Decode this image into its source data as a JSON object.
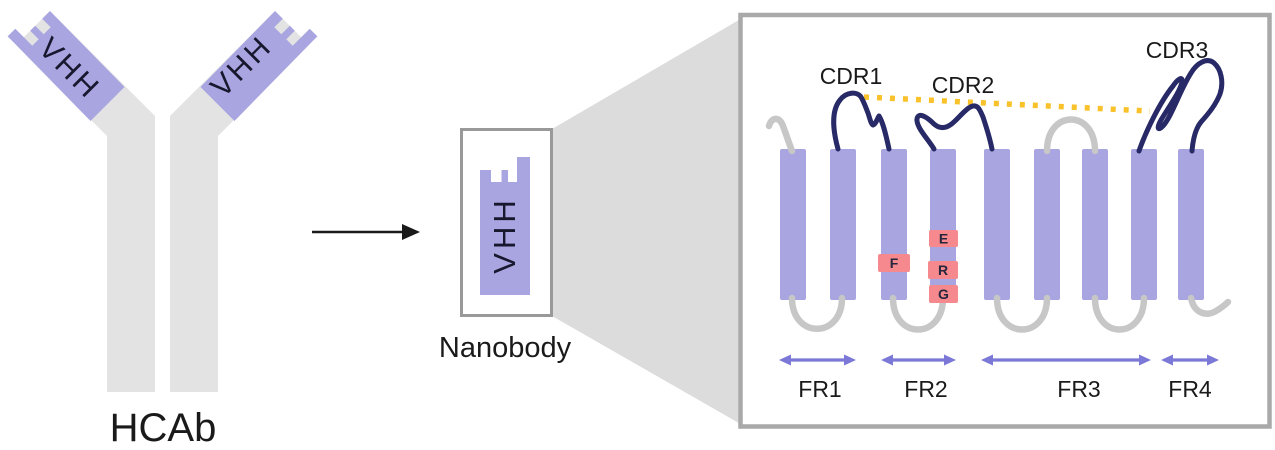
{
  "hcab": {
    "label": "HCAb",
    "left_arm_domain": "VHH",
    "right_arm_domain": "VHH"
  },
  "nanobody": {
    "label": "Nanobody",
    "domain": "VHH"
  },
  "vhh_detail": {
    "cdr_labels": [
      "CDR1",
      "CDR2",
      "CDR3"
    ],
    "framework_labels": [
      "FR1",
      "FR2",
      "FR3",
      "FR4"
    ],
    "hallmark_residues": [
      "F",
      "E",
      "R",
      "G"
    ]
  },
  "colors": {
    "domain_purple": "#A8A5E1",
    "antibody_body_gray": "#E3E3E3",
    "strand_loop_gray": "#C7C7C7",
    "cdr_loop_navy": "#272A66",
    "hallmark_pink": "#F5898E",
    "disulfide_yellow": "#F9C22B",
    "fr_arrow_purple": "#7B78D8",
    "panel_border_gray": "#A9A9A9",
    "zoom_wedge_gray": "#DCDCDC",
    "text_black": "#1a1a1a"
  }
}
